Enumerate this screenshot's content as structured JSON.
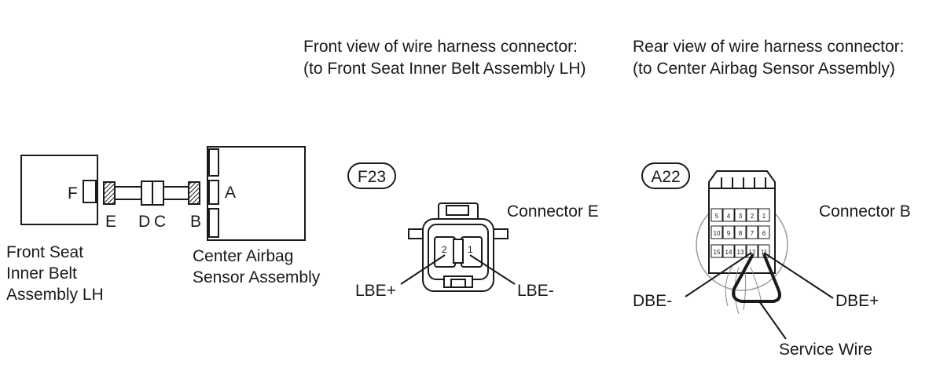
{
  "header": {
    "front_view_line1": "Front view of wire harness connector:",
    "front_view_line2": "(to Front Seat Inner Belt Assembly LH)",
    "rear_view_line1": "Rear view of wire harness connector:",
    "rear_view_line2": "(to Center Airbag Sensor Assembly)"
  },
  "harness": {
    "left_assembly_line1": "Front Seat",
    "left_assembly_line2": "Inner Belt",
    "left_assembly_line3": "Assembly LH",
    "right_assembly_line1": "Center Airbag",
    "right_assembly_line2": "Sensor Assembly",
    "connector_f": "F",
    "connector_e": "E",
    "connector_d": "D",
    "connector_c": "C",
    "connector_b": "B",
    "connector_a": "A"
  },
  "connector_e_view": {
    "code": "F23",
    "title": "Connector E",
    "pin_left": "2",
    "pin_right": "1",
    "label_left": "LBE+",
    "label_right": "LBE-"
  },
  "connector_b_view": {
    "code": "A22",
    "title": "Connector B",
    "row1": [
      "5",
      "4",
      "3",
      "2",
      "1"
    ],
    "row2": [
      "10",
      "9",
      "8",
      "7",
      "6"
    ],
    "row3": [
      "15",
      "14",
      "13",
      "12",
      "11"
    ],
    "label_left": "DBE-",
    "label_right": "DBE+",
    "service_wire": "Service Wire"
  }
}
